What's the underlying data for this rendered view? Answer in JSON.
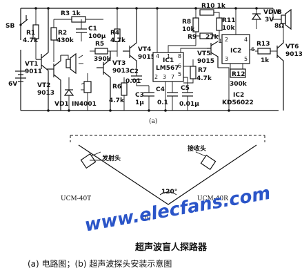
{
  "circuit": {
    "switch": "SB",
    "battery": "6V",
    "r1": "R1",
    "r1_val": "4.7k",
    "r2": "R2",
    "r2_val": "430k",
    "r3": "R3 1k",
    "c1": "C1",
    "c1_val": "100μ",
    "r4": "R4",
    "r4_val": "4.7k",
    "r5": "R5",
    "r5_val": "390k",
    "r6": "R6",
    "r6_val": "4.7k",
    "vt1": "VT1",
    "vt1_val": "9011",
    "vt2": "VT2",
    "vt2_val": "9013",
    "vt3": "VT3",
    "vt3_val": "9013",
    "vt4": "VT4",
    "vt4_val": "9015",
    "vt5": "VT5",
    "vt5_val": "9015",
    "vt6": "VT6",
    "vt6_val": "9013",
    "vd1": "VD1",
    "vd1_val": "IN4001",
    "ic1": "IC1",
    "ic1_val": "LM567",
    "ic1_pins": [
      "4",
      "1",
      "8",
      "2",
      "6",
      "3",
      "7",
      "5"
    ],
    "c2": "C2",
    "c2_val": "0.01",
    "c3": "C3",
    "c3_val": "1μ",
    "c4": "C4",
    "c4_val": "0.1",
    "c5": "C5",
    "c5_val": "0.01μ",
    "r7": "R7",
    "r7_val": "4.7k",
    "r8": "R8",
    "r8_val": "10k",
    "r9": "R9",
    "r9_val": "27k",
    "r10": "R10 1k",
    "r11": "R11",
    "r11_val": "10k",
    "r12": "R12",
    "r12_val": "300k",
    "r13": "R13",
    "r13_val": "1k",
    "ic2": "IC2",
    "ic2_pins": [
      "1",
      "2",
      "3",
      "4",
      "5",
      "6"
    ],
    "ic2_caption": "IC2",
    "ic2_caption_val": "KD56022",
    "vdw": "VDW",
    "vdw_val": "3V",
    "speaker": "B",
    "speaker_val": "8Ω",
    "label_a": "(a)"
  },
  "mounting": {
    "transmitter": "发射头",
    "receiver": "接收头",
    "left_model": "UCM-40T",
    "right_model": "UCM-40R",
    "angle": "120°",
    "label_b": "(b)"
  },
  "watermark": "www.elecfans.com",
  "title": "超声波盲人探路器",
  "caption": "(a) 电路图；(b) 超声波探头安装示意图"
}
